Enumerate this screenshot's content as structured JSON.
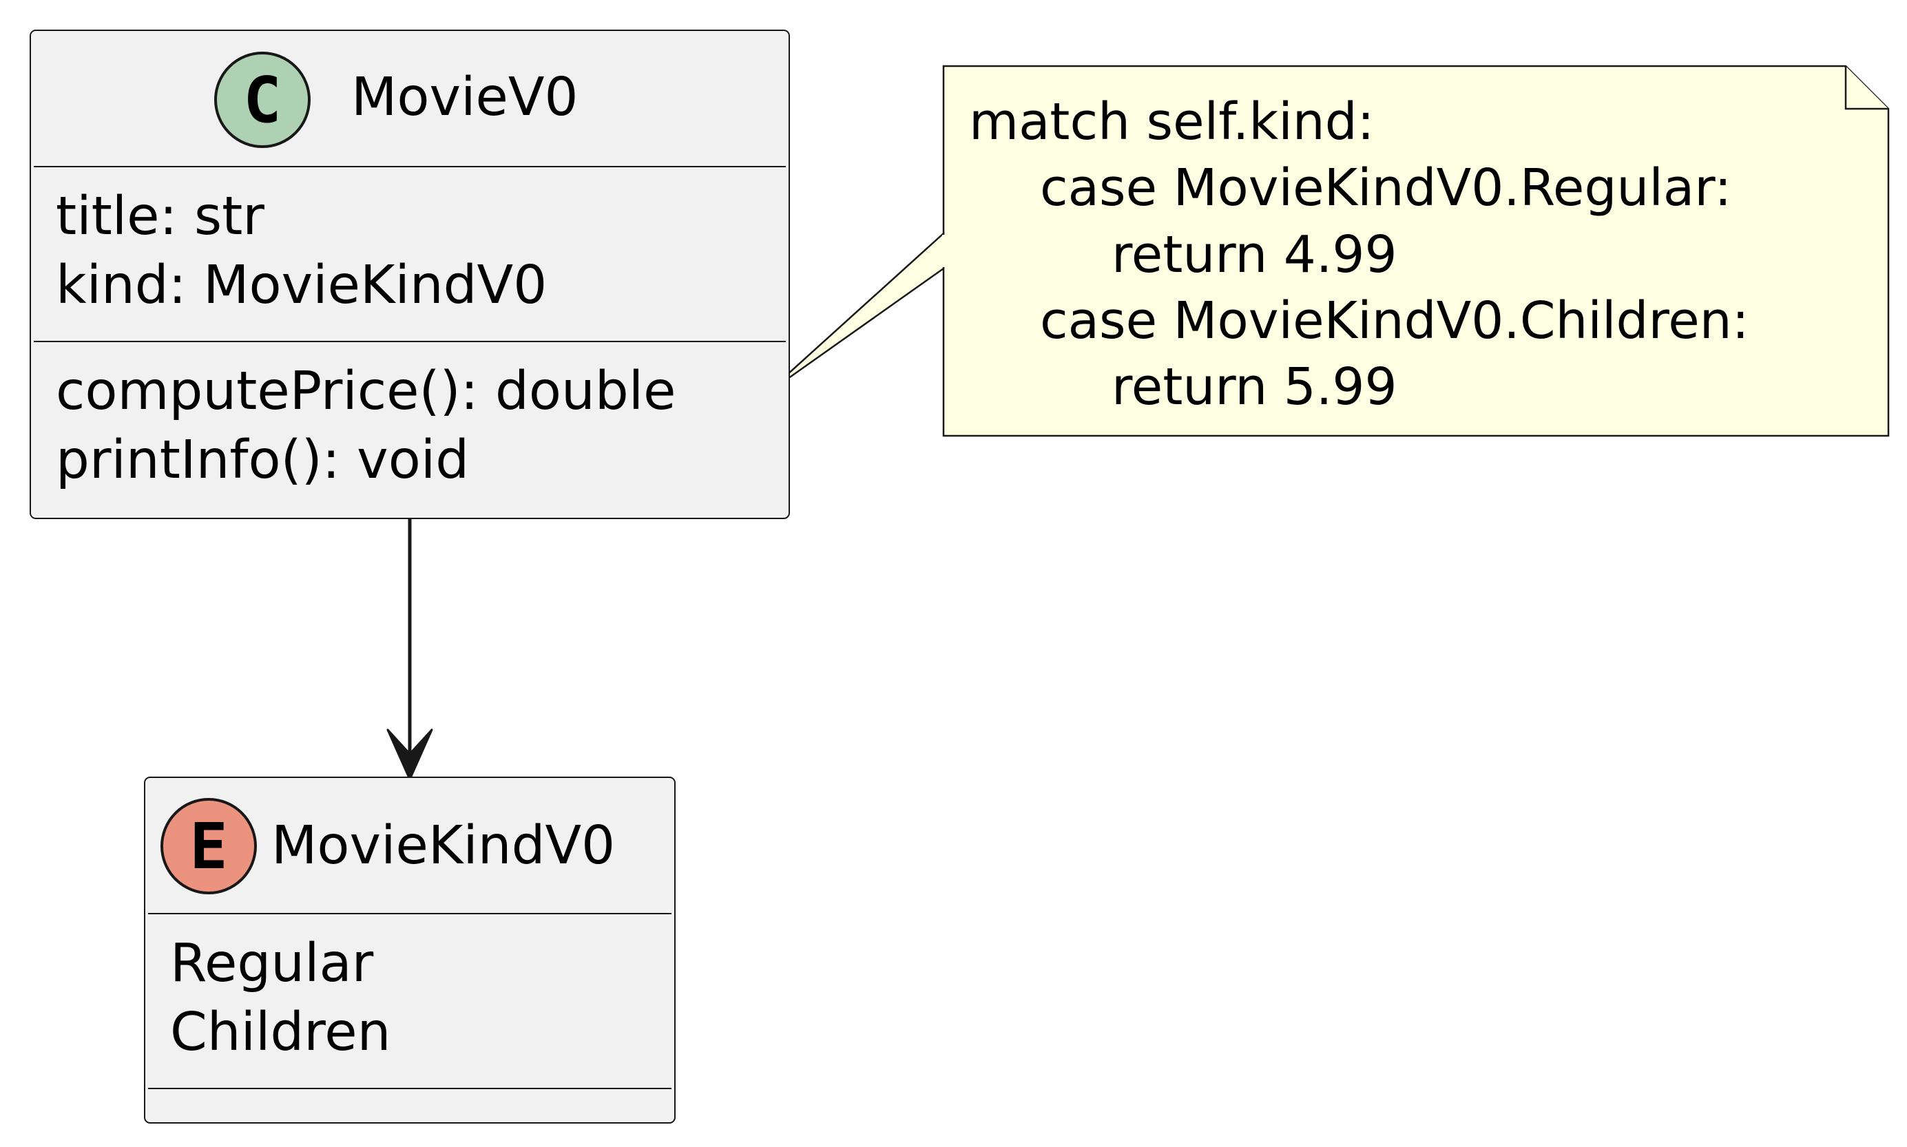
{
  "colors": {
    "class_fill": "#f1f1f1",
    "stroke": "#181818",
    "note_fill": "#fefee2",
    "class_badge": "#add1b2",
    "enum_badge": "#eb937f"
  },
  "class_movie": {
    "badge_letter": "C",
    "badge_icon": "class-c-icon",
    "name": "MovieV0",
    "fields": [
      "title: str",
      "kind: MovieKindV0"
    ],
    "methods": [
      "computePrice(): double",
      "printInfo(): void"
    ]
  },
  "enum_movie_kind": {
    "badge_letter": "E",
    "badge_icon": "enum-e-icon",
    "name": "MovieKindV0",
    "values": [
      "Regular",
      "Children"
    ]
  },
  "note": {
    "lines": [
      "match self.kind:",
      "case MovieKindV0.Regular:",
      "return 4.99",
      "case MovieKindV0.Children:",
      "return 5.99"
    ]
  }
}
